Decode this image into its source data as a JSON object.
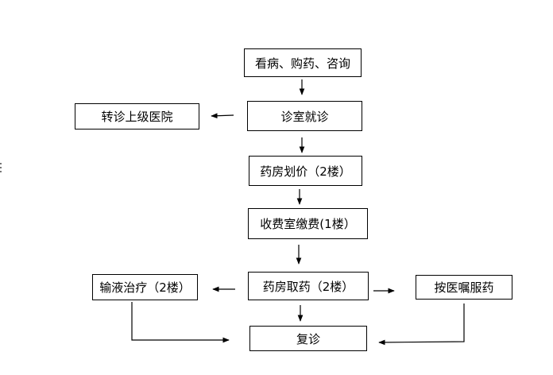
{
  "nodes": {
    "consult": "看病、购药、咨询",
    "clinic": "诊室就诊",
    "referral": "转诊上级医院",
    "pricing": "药房划价（2楼）",
    "payment": "收费室缴费(1楼）",
    "pickup": "药房取药（2楼）",
    "infusion": "输液治疗（2楼）",
    "medication": "按医嘱服药",
    "revisit": "复诊"
  }
}
